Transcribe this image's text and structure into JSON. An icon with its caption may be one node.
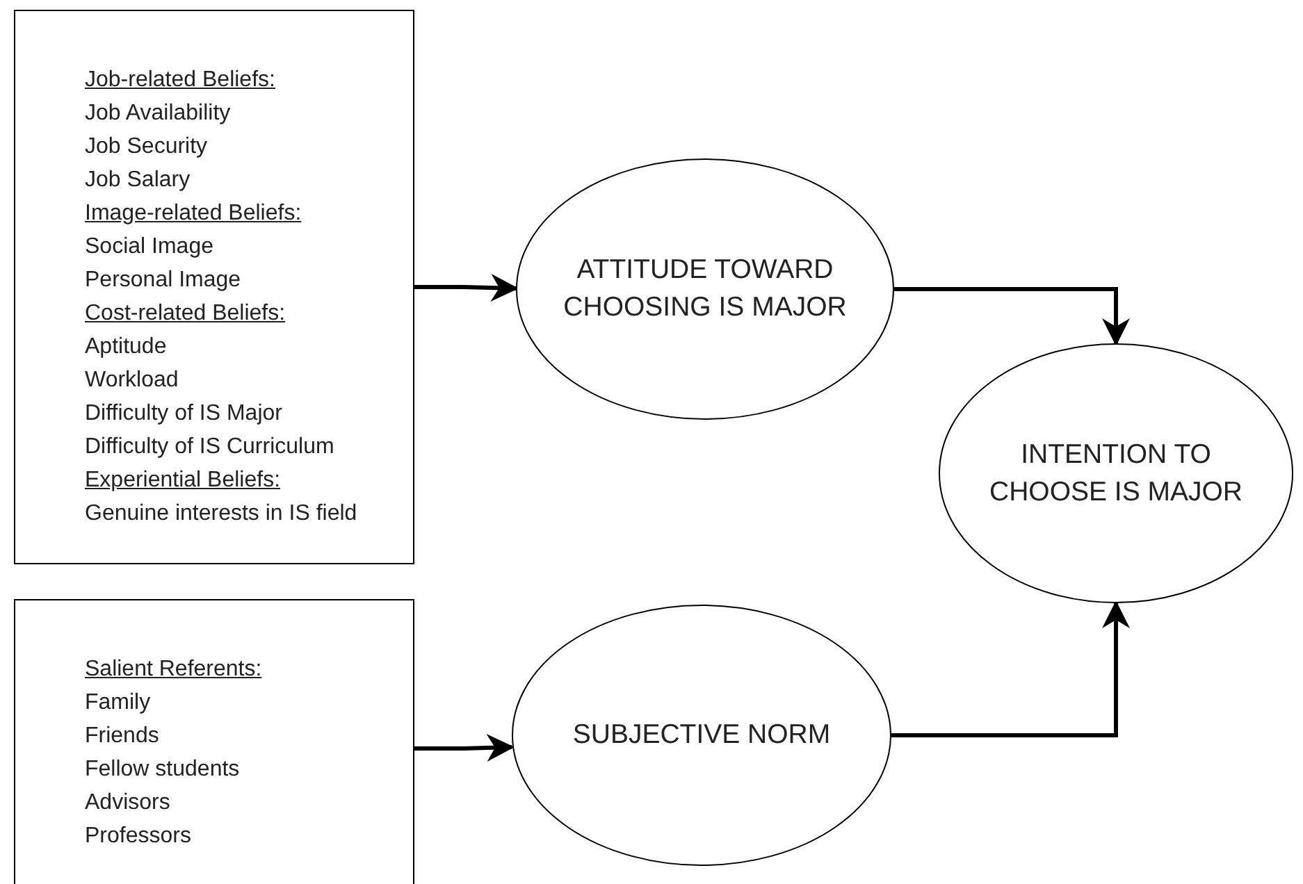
{
  "diagram": {
    "nodes": [
      {
        "text": [
          "Job-related Beliefs:",
          "Job Availability",
          "Job Security",
          "Job Salary",
          "Image-related Beliefs:",
          "Social Image",
          "Personal Image",
          "Cost-related Beliefs:",
          "Aptitude",
          "Workload",
          "Difficulty of IS Major",
          "Difficulty of IS Curriculum",
          "Experiential Beliefs:",
          "Genuine interests in IS field"
        ]
      },
      {
        "text": [
          "ATTITUDE TOWARD CHOOSING IS MAJOR"
        ]
      },
      {
        "text": [
          "INTENTION TO CHOOSE IS MAJOR"
        ]
      },
      {
        "text": [
          "Salient Referents:",
          "Family",
          "Friends",
          "Fellow students",
          "Advisors",
          "Professors"
        ]
      },
      {
        "text": [
          "SUBJECTIVE NORM"
        ]
      }
    ],
    "edges": [
      {
        "from": 0,
        "to": 1,
        "arrow": "to"
      },
      {
        "from": 1,
        "to": 2,
        "arrow": "to"
      },
      {
        "from": 3,
        "to": 4,
        "arrow": "to"
      },
      {
        "from": 4,
        "to": 2,
        "arrow": "to"
      }
    ]
  }
}
